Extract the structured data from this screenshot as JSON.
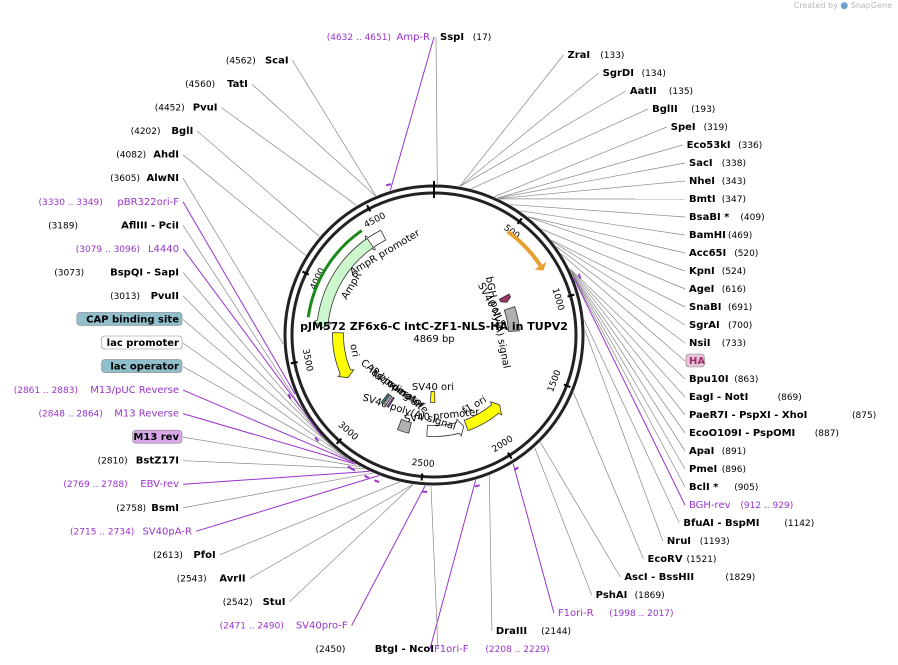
{
  "brand": {
    "created_by": "Created by",
    "app": "SnapGene"
  },
  "plasmid": {
    "name": "pJM572 ZF6x6-C intC-ZF1-NLS-HA in TUPV2",
    "size_label": "4869 bp",
    "length": 4869
  },
  "ring_ticks": [
    "500",
    "1000",
    "1500",
    "2000",
    "2500",
    "3000",
    "3500",
    "4000",
    "4500"
  ],
  "features": [
    {
      "name": "AmpR promoter",
      "start": 4400,
      "end": 4505,
      "lane": 2,
      "color": "#ffffff",
      "dir": "ccw"
    },
    {
      "name": "AmpR",
      "start": 3740,
      "end": 4400,
      "lane": 2,
      "color": "#ccf7cc",
      "dir": "ccw"
    },
    {
      "name": "ori",
      "start": 3335,
      "end": 3670,
      "lane": 3,
      "color": "#ffff00",
      "dir": "ccw"
    },
    {
      "name": "SV40 NLS",
      "start": 830,
      "end": 860,
      "lane": 4,
      "color": "#993366",
      "dir": "cw"
    },
    {
      "name": "bGH poly(A) signal",
      "start": 955,
      "end": 1180,
      "lane": 4,
      "color": "#b0b0b0",
      "dir": "none"
    },
    {
      "name": "f1 ori",
      "start": 1890,
      "end": 2170,
      "lane": 3,
      "color": "#ffff00",
      "dir": "ccw"
    },
    {
      "name": "SV40 promoter",
      "start": 2230,
      "end": 2490,
      "lane": 3,
      "color": "#ffffff",
      "dir": "ccw"
    },
    {
      "name": "SV40 poly(A) signal",
      "start": 2630,
      "end": 2720,
      "lane": 3,
      "color": "#b0b0b0",
      "dir": "none"
    },
    {
      "name": "SV40 ori",
      "start": 2425,
      "end": 2475,
      "lane": 5,
      "color": "#ffff00",
      "dir": "none"
    },
    {
      "name": "lac operator",
      "start": 2870,
      "end": 2885,
      "lane": 4,
      "color": "#9933cc",
      "dir": "none"
    },
    {
      "name": "lac promoter",
      "start": 2900,
      "end": 2925,
      "lane": 4,
      "color": "#aaaaaa",
      "dir": "none"
    },
    {
      "name": "CAP binding site",
      "start": 2935,
      "end": 2950,
      "lane": 4,
      "color": "#3399aa",
      "dir": "none"
    }
  ],
  "payload_label": "HA",
  "labels": [
    {
      "text": "SspI",
      "pos": "17",
      "bp": 17,
      "color": "#000000"
    },
    {
      "text": "ZraI",
      "pos": "133",
      "bp": 133,
      "color": "#000000"
    },
    {
      "text": "SgrDI",
      "pos": "134",
      "bp": 134,
      "color": "#000000"
    },
    {
      "text": "AatII",
      "pos": "135",
      "bp": 135,
      "color": "#000000"
    },
    {
      "text": "BglII",
      "pos": "193",
      "bp": 193,
      "color": "#000000"
    },
    {
      "text": "SpeI",
      "pos": "319",
      "bp": 319,
      "color": "#000000"
    },
    {
      "text": "Eco53kI",
      "pos": "336",
      "bp": 336,
      "color": "#000000"
    },
    {
      "text": "SacI",
      "pos": "338",
      "bp": 338,
      "color": "#000000"
    },
    {
      "text": "NheI",
      "pos": "343",
      "bp": 343,
      "color": "#000000"
    },
    {
      "text": "BmtI",
      "pos": "347",
      "bp": 347,
      "color": "#000000"
    },
    {
      "text": "BsaBI *",
      "pos": "409",
      "bp": 409,
      "color": "#000000"
    },
    {
      "text": "BamHI",
      "pos": "469",
      "bp": 469,
      "color": "#000000"
    },
    {
      "text": "Acc65I",
      "pos": "520",
      "bp": 520,
      "color": "#000000"
    },
    {
      "text": "KpnI",
      "pos": "524",
      "bp": 524,
      "color": "#000000"
    },
    {
      "text": "AgeI",
      "pos": "616",
      "bp": 616,
      "color": "#000000"
    },
    {
      "text": "SnaBI",
      "pos": "691",
      "bp": 691,
      "color": "#000000"
    },
    {
      "text": "SgrAI",
      "pos": "700",
      "bp": 700,
      "color": "#000000"
    },
    {
      "text": "NsiI",
      "pos": "733",
      "bp": 733,
      "color": "#000000"
    },
    {
      "text": "HA",
      "pos": "",
      "bp": 780,
      "color": "#993366",
      "box": "#e8c2dc"
    },
    {
      "text": "Bpu10I",
      "pos": "863",
      "bp": 863,
      "color": "#000000"
    },
    {
      "text": "EagI  -  NotI",
      "pos": "869",
      "bp": 869,
      "color": "#000000"
    },
    {
      "text": "PaeR7I  -  PspXI  -  XhoI",
      "pos": "875",
      "bp": 875,
      "color": "#000000"
    },
    {
      "text": "EcoO109I  -  PspOMI",
      "pos": "887",
      "bp": 887,
      "color": "#000000"
    },
    {
      "text": "ApaI",
      "pos": "891",
      "bp": 891,
      "color": "#000000"
    },
    {
      "text": "PmeI",
      "pos": "896",
      "bp": 896,
      "color": "#000000"
    },
    {
      "text": "BclI *",
      "pos": "905",
      "bp": 905,
      "color": "#000000"
    },
    {
      "text": "BGH-rev",
      "pos": "912 .. 929",
      "bp": 920,
      "color": "#9933cc"
    },
    {
      "text": "BfuAI  -  BspMI",
      "pos": "1142",
      "bp": 1142,
      "color": "#000000"
    },
    {
      "text": "NruI",
      "pos": "1193",
      "bp": 1193,
      "color": "#000000"
    },
    {
      "text": "EcoRV",
      "pos": "1521",
      "bp": 1521,
      "color": "#000000"
    },
    {
      "text": "AscI  -  BssHII",
      "pos": "1829",
      "bp": 1829,
      "color": "#000000"
    },
    {
      "text": "PshAI",
      "pos": "1869",
      "bp": 1869,
      "color": "#000000"
    },
    {
      "text": "F1ori-R",
      "pos": "1998 .. 2017",
      "bp": 2007,
      "color": "#9933cc"
    },
    {
      "text": "DraIII",
      "pos": "2144",
      "bp": 2144,
      "color": "#000000"
    },
    {
      "text": "F1ori-F",
      "pos": "2208 .. 2229",
      "bp": 2218,
      "color": "#9933cc"
    },
    {
      "text": "BtgI  -  NcoI",
      "pos": "2450",
      "bp": 2450,
      "color": "#000000"
    },
    {
      "text": "SV40pro-F",
      "pos": "2471 .. 2490",
      "bp": 2480,
      "color": "#9933cc"
    },
    {
      "text": "StuI",
      "pos": "2542",
      "bp": 2542,
      "color": "#000000"
    },
    {
      "text": "AvrII",
      "pos": "2543",
      "bp": 2543,
      "color": "#000000"
    },
    {
      "text": "PfoI",
      "pos": "2613",
      "bp": 2613,
      "color": "#000000"
    },
    {
      "text": "SV40pA-R",
      "pos": "2715 .. 2734",
      "bp": 2724,
      "color": "#9933cc"
    },
    {
      "text": "BsmI",
      "pos": "2758",
      "bp": 2758,
      "color": "#000000"
    },
    {
      "text": "EBV-rev",
      "pos": "2769 .. 2788",
      "bp": 2778,
      "color": "#9933cc"
    },
    {
      "text": "BstZ17I",
      "pos": "2810",
      "bp": 2810,
      "color": "#000000"
    },
    {
      "text": "M13 rev",
      "pos": "",
      "bp": 2830,
      "color": "#000000",
      "box": "#d9a8ea"
    },
    {
      "text": "M13 Reverse",
      "pos": "2848 .. 2864",
      "bp": 2856,
      "color": "#9933cc"
    },
    {
      "text": "lac operator",
      "pos": "",
      "bp": 2876,
      "color": "#000000",
      "box": "#8fbfca"
    },
    {
      "text": "M13/pUC Reverse",
      "pos": "2861 .. 2883",
      "bp": 2872,
      "color": "#9933cc"
    },
    {
      "text": "lac promoter",
      "pos": "",
      "bp": 2912,
      "color": "#000000",
      "box": "#ffffff"
    },
    {
      "text": "CAP binding site",
      "pos": "",
      "bp": 2943,
      "color": "#000000",
      "box": "#8fbfca"
    },
    {
      "text": "BspQI  -  SapI",
      "pos": "3073",
      "bp": 3073,
      "color": "#000000"
    },
    {
      "text": "PvuII",
      "pos": "3013",
      "bp": 3013,
      "color": "#000000"
    },
    {
      "text": "L4440",
      "pos": "3079 .. 3096",
      "bp": 3088,
      "color": "#9933cc"
    },
    {
      "text": "AflIII  -  PciI",
      "pos": "3189",
      "bp": 3189,
      "color": "#000000"
    },
    {
      "text": "pBR322ori-F",
      "pos": "3330 .. 3349",
      "bp": 3340,
      "color": "#9933cc"
    },
    {
      "text": "AlwNI",
      "pos": "3605",
      "bp": 3605,
      "color": "#000000"
    },
    {
      "text": "AhdI",
      "pos": "4082",
      "bp": 4082,
      "color": "#000000"
    },
    {
      "text": "BglI",
      "pos": "4202",
      "bp": 4202,
      "color": "#000000"
    },
    {
      "text": "PvuI",
      "pos": "4452",
      "bp": 4452,
      "color": "#000000"
    },
    {
      "text": "TatI",
      "pos": "4560",
      "bp": 4560,
      "color": "#000000"
    },
    {
      "text": "ScaI",
      "pos": "4562",
      "bp": 4562,
      "color": "#000000"
    },
    {
      "text": "Amp-R",
      "pos": "4632 .. 4651",
      "bp": 4641,
      "color": "#9933cc"
    }
  ]
}
